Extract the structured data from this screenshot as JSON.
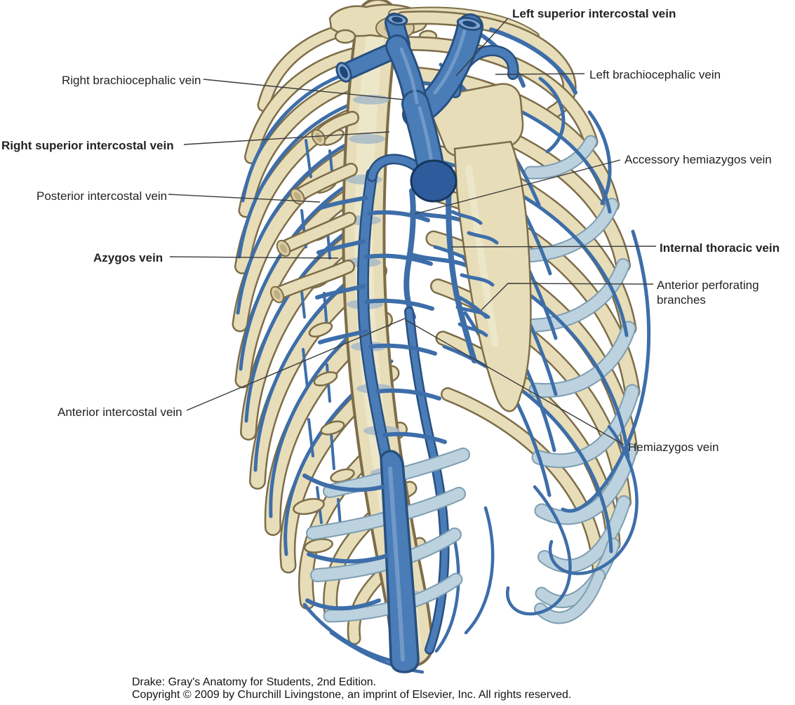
{
  "figure": {
    "type": "anatomical-diagram",
    "subject": "Venous drainage of the thoracic wall and azygos system of veins, oblique view of the rib cage",
    "labels": [
      {
        "id": "left-superior-intercostal-vein",
        "text": "Left superior intercostal vein",
        "emphasis": "bold"
      },
      {
        "id": "right-brachiocephalic-vein",
        "text": "Right brachiocephalic vein",
        "emphasis": "normal"
      },
      {
        "id": "left-brachiocephalic-vein",
        "text": "Left brachiocephalic vein",
        "emphasis": "normal"
      },
      {
        "id": "right-superior-intercostal-vein",
        "text": "Right superior intercostal vein",
        "emphasis": "bold"
      },
      {
        "id": "accessory-hemiazygos-vein",
        "text": "Accessory hemiazygos vein",
        "emphasis": "normal"
      },
      {
        "id": "posterior-intercostal-vein",
        "text": "Posterior intercostal vein",
        "emphasis": "normal"
      },
      {
        "id": "internal-thoracic-vein",
        "text": "Internal thoracic vein",
        "emphasis": "bold"
      },
      {
        "id": "azygos-vein",
        "text": "Azygos vein",
        "emphasis": "bold"
      },
      {
        "id": "anterior-perforating-branches",
        "text": "Anterior perforating branches",
        "emphasis": "normal"
      },
      {
        "id": "anterior-intercostal-vein",
        "text": "Anterior intercostal vein",
        "emphasis": "normal"
      },
      {
        "id": "hemiazygos-vein",
        "text": "Hemiazygos vein",
        "emphasis": "normal"
      }
    ],
    "caption": {
      "line1": "Drake: Gray's Anatomy for Students, 2nd Edition.",
      "line2": "Copyright © 2009 by Churchill Livingstone, an imprint of Elsevier, Inc. All rights reserved."
    },
    "colors": {
      "background": "#ffffff",
      "bone": "#e7ddb9",
      "bone_light": "#f3eed9",
      "bone_shadow": "#cdbf95",
      "bone_outline": "#7d6d49",
      "bone_cut": "#d9cba2",
      "bone_cut_inner": "#c0ae83",
      "disc": "#a9bcc9",
      "vein_fill": "#4a7cb8",
      "vein_light": "#7ea3cd",
      "vein_outline": "#28507f",
      "vein_dark": "#2d5b9c",
      "vein_deep": "#1f4878",
      "cartilage": "#bcd2de",
      "cartilage_outline": "#7d9db1",
      "leader_line": "#3b3b3b",
      "label_text": "#262223",
      "caption_text": "#141414"
    }
  }
}
